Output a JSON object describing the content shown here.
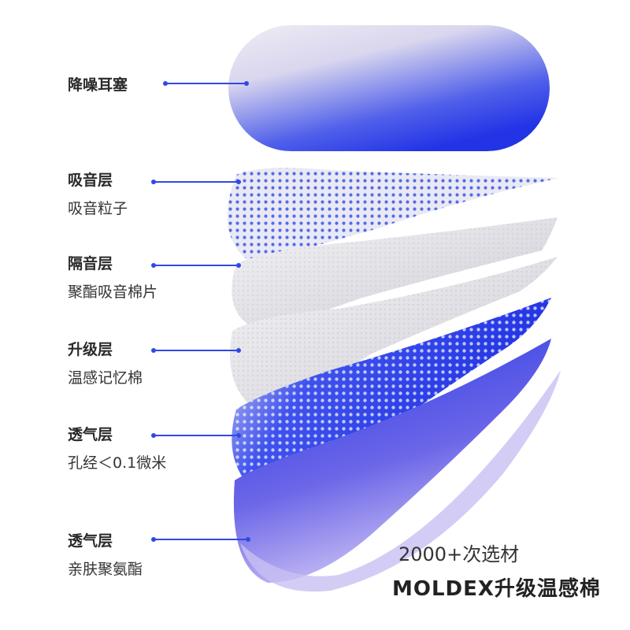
{
  "layers": [
    {
      "title": "降噪耳塞",
      "subtitle": ""
    },
    {
      "title": "吸音层",
      "subtitle": "吸音粒子"
    },
    {
      "title": "隔音层",
      "subtitle": "聚酯吸音棉片"
    },
    {
      "title": "升级层",
      "subtitle": "温感记忆棉"
    },
    {
      "title": "透气层",
      "subtitle": "孔经＜0.1微米"
    },
    {
      "title": "透气层",
      "subtitle": "亲肤聚氨酯"
    }
  ],
  "tagline": {
    "line1": "2000+次选材",
    "line2": "MOLDEX升级温感棉"
  },
  "colors": {
    "accent": "#2f49e6",
    "foam_blue": "#2c3de8",
    "foam_light": "#e6e4f0",
    "bottom_purple": "#b9aef0"
  }
}
